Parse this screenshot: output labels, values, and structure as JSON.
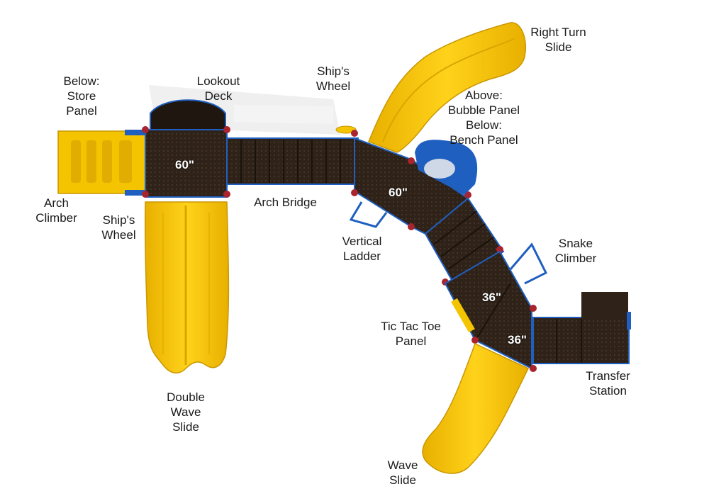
{
  "colors": {
    "deck": "#2e2219",
    "deck_dark": "#1e160f",
    "slide_yellow": "#f5c400",
    "slide_shade": "#d9a600",
    "frame_blue": "#1f5fbf",
    "clamp_red": "#a8242e",
    "shadow": "#e4e4e4"
  },
  "labels": {
    "store_panel": [
      "Below:",
      "Store",
      "Panel"
    ],
    "lookout_deck": [
      "Lookout",
      "Deck"
    ],
    "ships_wheel_top": [
      "Ship's",
      "Wheel"
    ],
    "right_turn_slide": [
      "Right Turn",
      "Slide"
    ],
    "bubble_bench": [
      "Above:",
      "Bubble Panel",
      "Below:",
      "Bench Panel"
    ],
    "arch_climber": [
      "Arch",
      "Climber"
    ],
    "ships_wheel_left": [
      "Ship's",
      "Wheel"
    ],
    "arch_bridge": [
      "Arch Bridge"
    ],
    "vertical_ladder": [
      "Vertical",
      "Ladder"
    ],
    "snake_climber": [
      "Snake",
      "Climber"
    ],
    "tic_tac_toe": [
      "Tic Tac Toe",
      "Panel"
    ],
    "transfer_station": [
      "Transfer",
      "Station"
    ],
    "double_wave_slide": [
      "Double",
      "Wave",
      "Slide"
    ],
    "wave_slide": [
      "Wave",
      "Slide"
    ]
  },
  "deck_heights": {
    "left_deck": "60\"",
    "middle_deck": "60\"",
    "lower_deck_a": "36\"",
    "lower_deck_b": "36\""
  }
}
